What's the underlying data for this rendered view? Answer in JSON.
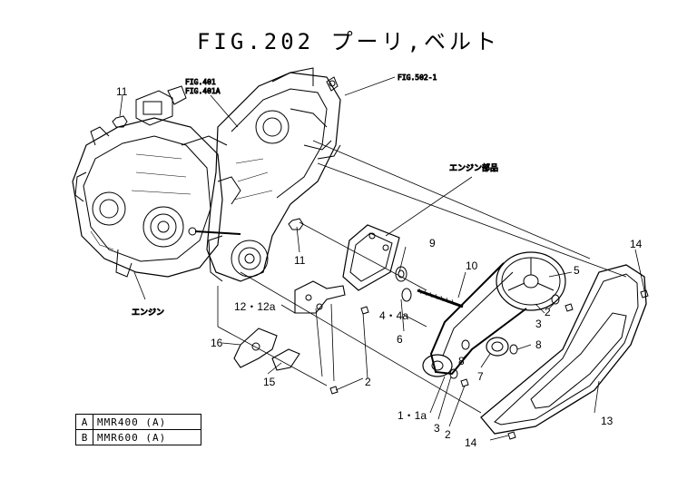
{
  "title": "FIG.202 プーリ,ベルト",
  "refs": {
    "fig401": "FIG.401",
    "fig401a": "FIG.401A",
    "fig502": "FIG.502-1",
    "engine_parts": "エンジン部品",
    "engine": "エンジン"
  },
  "callouts": {
    "c11a": "11",
    "c11b": "11",
    "c9": "9",
    "c10": "10",
    "c5": "5",
    "c14a": "14",
    "c14b": "14",
    "c12": "12・12a",
    "c44a": "4・4a",
    "c3a": "3",
    "c2a": "2",
    "c6": "6",
    "c8a": "8",
    "c8b": "8",
    "c7": "7",
    "c16": "16",
    "c15": "15",
    "c2b": "2",
    "c11a1": "1・1a",
    "c3b": "3",
    "c2c": "2",
    "c13": "13"
  },
  "models": [
    {
      "code": "A",
      "name": "MMR400 (A)"
    },
    {
      "code": "B",
      "name": "MMR600 (A)"
    }
  ]
}
